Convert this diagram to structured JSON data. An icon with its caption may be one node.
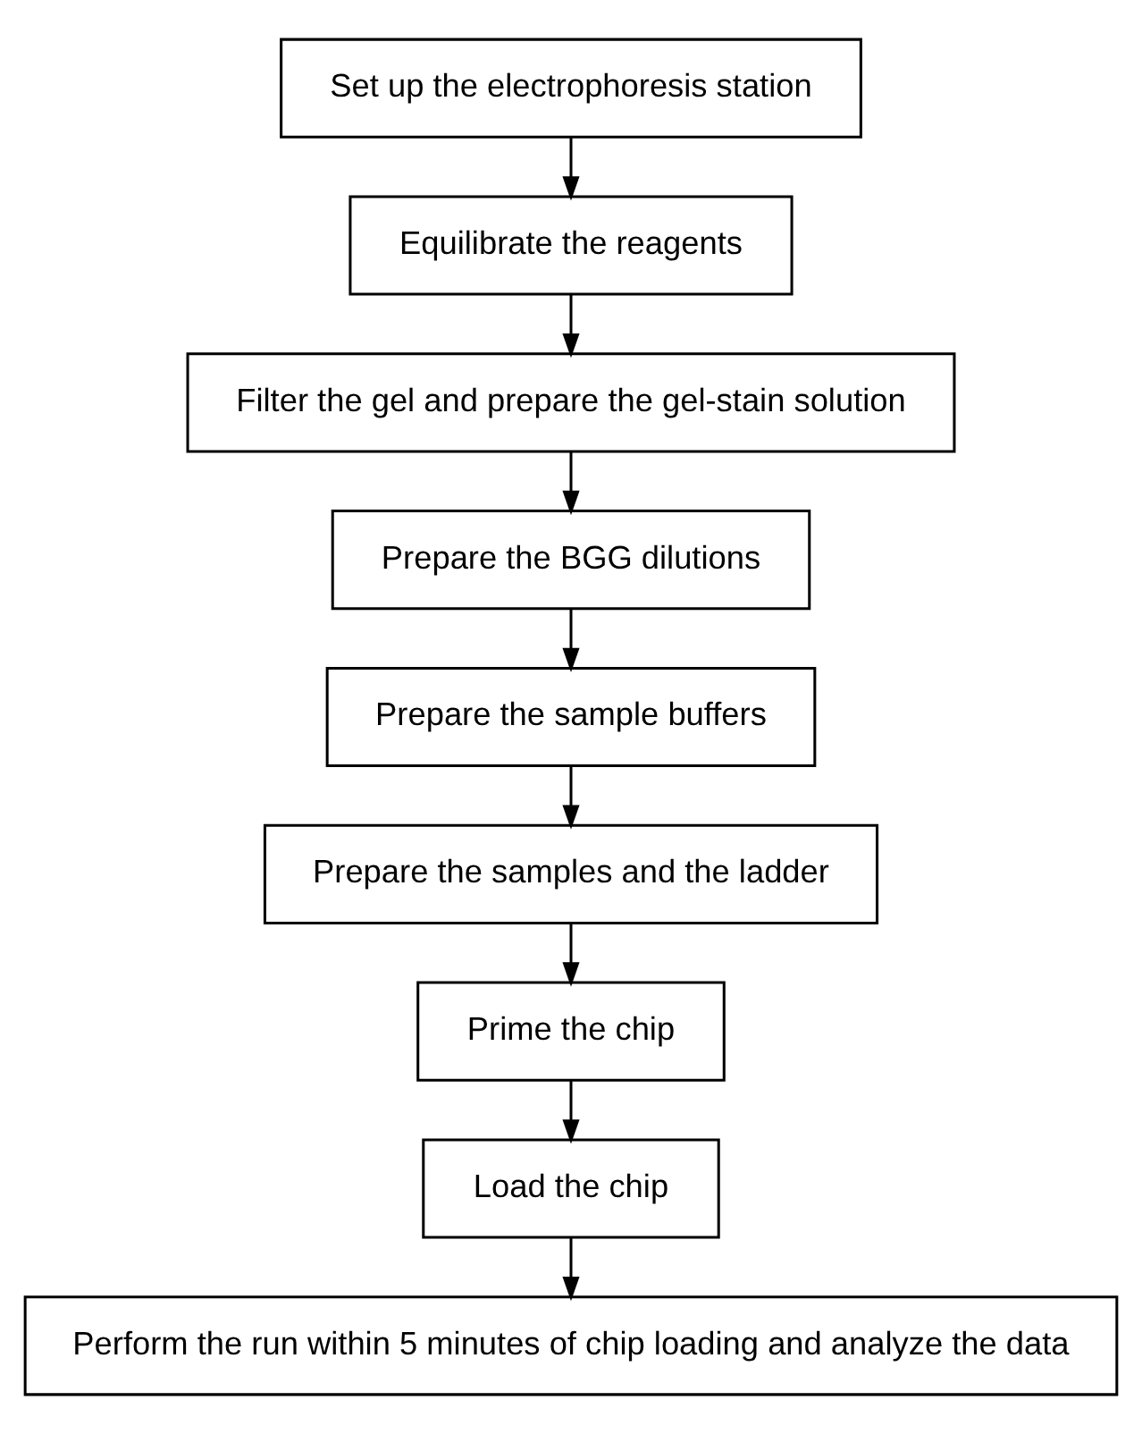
{
  "diagram": {
    "nodes": [
      {
        "text": [
          "Set up the electrophoresis station"
        ]
      },
      {
        "text": [
          "Equilibrate the reagents"
        ]
      },
      {
        "text": [
          "Filter the gel and prepare the gel-stain solution"
        ]
      },
      {
        "text": [
          "Prepare the BGG dilutions"
        ]
      },
      {
        "text": [
          "Prepare the sample buffers"
        ]
      },
      {
        "text": [
          "Prepare the samples and the ladder"
        ]
      },
      {
        "text": [
          "Prime the chip"
        ]
      },
      {
        "text": [
          "Load the chip"
        ]
      },
      {
        "text": [
          "Perform the run within 5 minutes of chip loading and analyze the data"
        ]
      }
    ],
    "edges": [
      {
        "from": 0,
        "to": 1,
        "arrow": "to"
      },
      {
        "from": 1,
        "to": 2,
        "arrow": "to"
      },
      {
        "from": 2,
        "to": 3,
        "arrow": "to"
      },
      {
        "from": 3,
        "to": 4,
        "arrow": "to"
      },
      {
        "from": 4,
        "to": 5,
        "arrow": "to"
      },
      {
        "from": 5,
        "to": 6,
        "arrow": "to"
      },
      {
        "from": 6,
        "to": 7,
        "arrow": "to"
      },
      {
        "from": 7,
        "to": 8,
        "arrow": "to"
      }
    ]
  }
}
